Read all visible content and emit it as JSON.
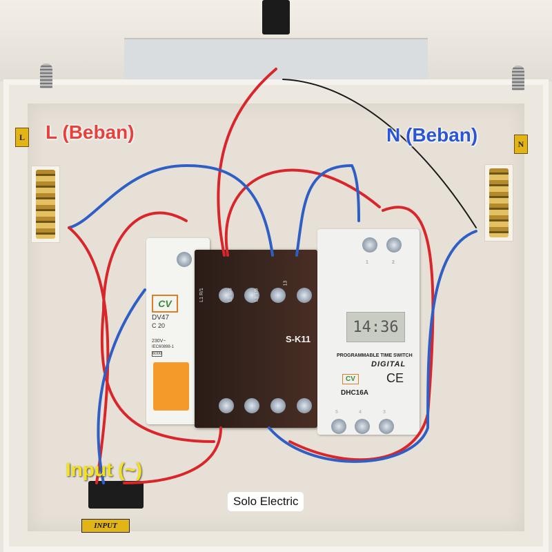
{
  "overlay_labels": {
    "load_line": "L (Beban)",
    "load_neutral": "N (Beban)",
    "input": "Input (~)",
    "watermark": "Solo Electric"
  },
  "stickers": {
    "line": "L",
    "neutral": "N",
    "input": "INPUT"
  },
  "mcb": {
    "brand": "CV",
    "model": "DV47",
    "rating": "C 20",
    "voltage": "230V~",
    "standard": "IEC60898-1",
    "breaking": "6000"
  },
  "contactor": {
    "model": "S-K11",
    "terminals": [
      "L1 R/1",
      "L2 S/3",
      "L3 T/5",
      "13"
    ]
  },
  "timer": {
    "display": "14:36",
    "title": "PROGRAMMABLE TIME SWITCH",
    "subtitle": "DIGITAL",
    "brand": "CV",
    "model": "DHC16A",
    "mark": "CE",
    "top_terminals": [
      "1",
      "2"
    ],
    "bottom_terminals": [
      "5",
      "4",
      "3"
    ]
  },
  "colors": {
    "line_label": "#e8403a",
    "neutral_label": "#2a55d8",
    "input_label": "#f5e21c",
    "wire_red": "#d8262b",
    "wire_blue": "#2f5fc4"
  }
}
